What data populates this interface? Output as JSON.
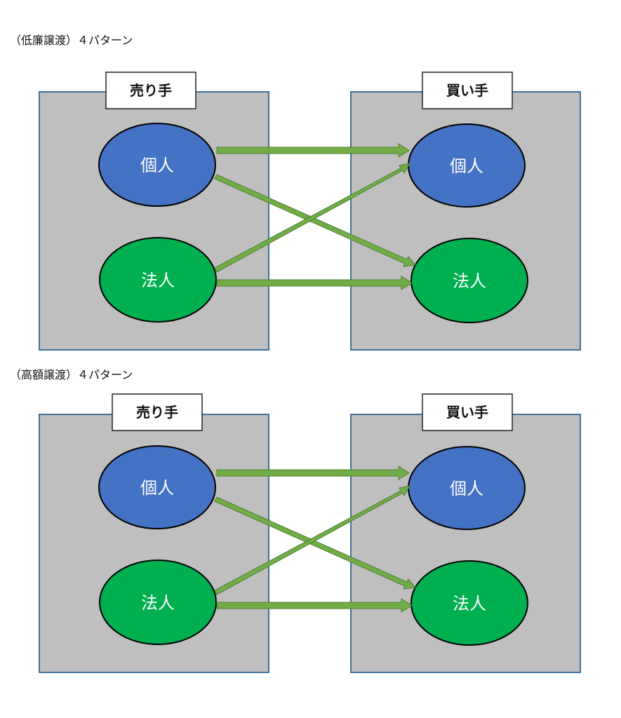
{
  "colors": {
    "panel_fill": "#bfbfbf",
    "panel_border": "#41719c",
    "individual_fill": "#4472c4",
    "corporation_fill": "#00b050",
    "arrow_fill": "#70ad47",
    "arrow_stroke": "#507e32"
  },
  "sections": [
    {
      "caption": "（低廉譲渡）４パターン",
      "seller_label": "売り手",
      "buyer_label": "買い手",
      "seller_nodes": {
        "individual": "個人",
        "corporation": "法人"
      },
      "buyer_nodes": {
        "individual": "個人",
        "corporation": "法人"
      }
    },
    {
      "caption": "（高額譲渡）４パターン",
      "seller_label": "売り手",
      "buyer_label": "買い手",
      "seller_nodes": {
        "individual": "個人",
        "corporation": "法人"
      },
      "buyer_nodes": {
        "individual": "個人",
        "corporation": "法人"
      }
    }
  ]
}
